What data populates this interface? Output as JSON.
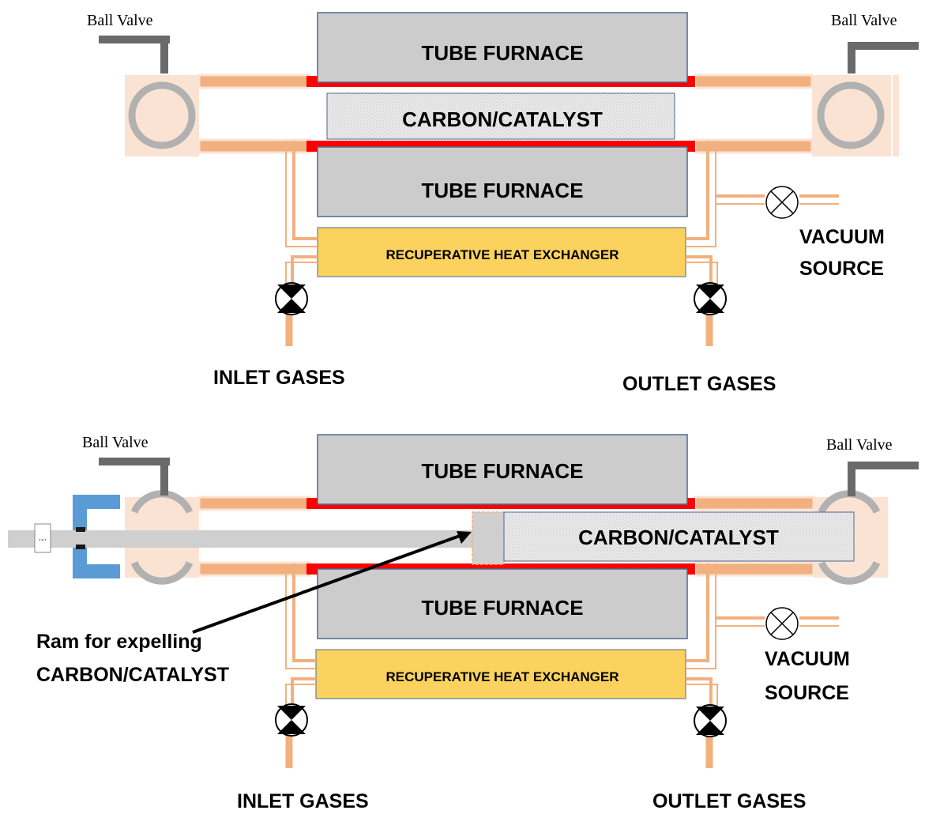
{
  "panels": [
    {
      "ball_valve_left": "Ball Valve",
      "ball_valve_right": "Ball Valve",
      "furnace_top": "TUBE FURNACE",
      "sample": "CARBON/CATALYST",
      "furnace_bottom": "TUBE FURNACE",
      "heat_exchanger": "RECUPERATIVE HEAT EXCHANGER",
      "vacuum_line1": "VACUUM",
      "vacuum_line2": "SOURCE",
      "inlet": "INLET GASES",
      "outlet": "OUTLET GASES"
    },
    {
      "ball_valve_left": "Ball Valve",
      "ball_valve_right": "Ball Valve",
      "furnace_top": "TUBE FURNACE",
      "sample": "CARBON/CATALYST",
      "furnace_bottom": "TUBE FURNACE",
      "heat_exchanger": "RECUPERATIVE HEAT EXCHANGER",
      "vacuum_line1": "VACUUM",
      "vacuum_line2": "SOURCE",
      "inlet": "INLET GASES",
      "outlet": "OUTLET GASES",
      "ram_label_line1": "Ram for expelling",
      "ram_label_line2": "CARBON/CATALYST"
    }
  ],
  "colors": {
    "furnace_fill": "#cdcccd",
    "furnace_border": "#4e6a8e",
    "sample_fill": "#ebebeb",
    "heat_exchanger_fill": "#fbd25e",
    "pipe": "#f2b07e",
    "valve_body": "#fbe3d4",
    "valve_ring": "#b1b1b1",
    "handle": "#6a6a6a",
    "seal": "#ff0000",
    "ram_blue": "#5b9bd5",
    "ram_rod": "#cfcfcf"
  }
}
